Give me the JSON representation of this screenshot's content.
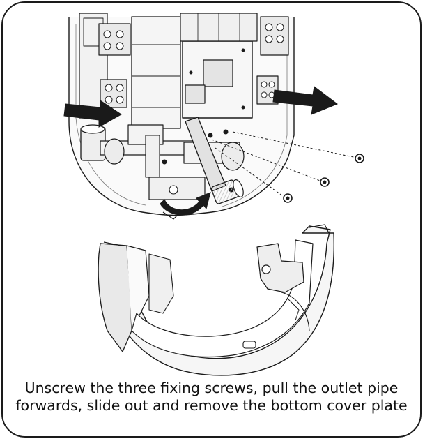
{
  "instruction": {
    "caption": "Unscrew the three fixing screws, pull the outlet pipe forwards, slide out and remove the bottom cover plate"
  },
  "diagram": {
    "line_color": "#1a1a1a",
    "arrow_color": "#1a1a1a",
    "icons": [
      "water-heater-unit",
      "fixing-screw",
      "outlet-pipe",
      "bottom-cover-plate",
      "pull-arrow",
      "rotate-arrow"
    ]
  }
}
